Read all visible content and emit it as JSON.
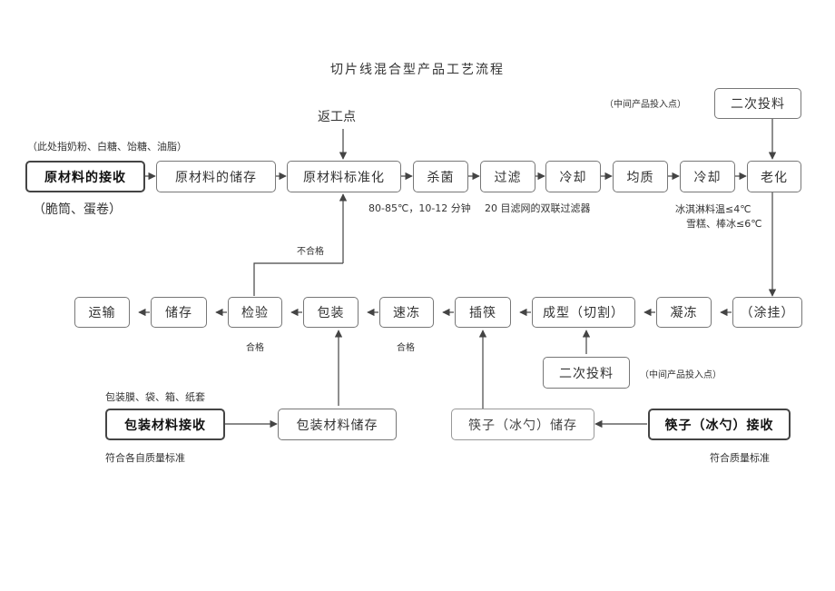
{
  "title": "切片线混合型产品工艺流程",
  "labels": {
    "fanGongDian": "返工点",
    "raw_note": "（此处指奶粉、白糖、饴糖、油脂）",
    "raw_note2": "（脆筒、蛋卷）",
    "intermediate_top": "（中间产品投入点）",
    "intermediate_mid": "（中间产品投入点）",
    "sterilize_cond": "80-85℃，10-12 分钟",
    "filter_cond": "20 目滤网的双联过滤器",
    "age_cond1": "冰淇淋料温≤4℃",
    "age_cond2": "雪糕、棒冰≤6℃",
    "unqualified": "不合格",
    "qualified1": "合格",
    "qualified2": "合格",
    "pack_note": "包装膜、袋、箱、纸套",
    "pack_std": "符合各自质量标准",
    "stick_std": "符合质量标准"
  },
  "boxes": {
    "raw_receive": "原材料的接收",
    "raw_store": "原材料的储存",
    "raw_standard": "原材料标准化",
    "sterilize": "杀菌",
    "filter": "过滤",
    "cool1": "冷却",
    "homogenize": "均质",
    "cool2": "冷却",
    "age": "老化",
    "second_top": "二次投料",
    "coat": "（涂挂）",
    "freeze": "凝冻",
    "form": "成型（切割）",
    "insert_stick": "插筷",
    "quick_freeze": "速冻",
    "package": "包装",
    "inspect": "检验",
    "storage": "储存",
    "transport": "运输",
    "second_mid": "二次投料",
    "pack_receive": "包装材料接收",
    "pack_store": "包装材料储存",
    "stick_store": "筷子（冰勺）储存",
    "stick_receive": "筷子（冰勺）接收"
  }
}
